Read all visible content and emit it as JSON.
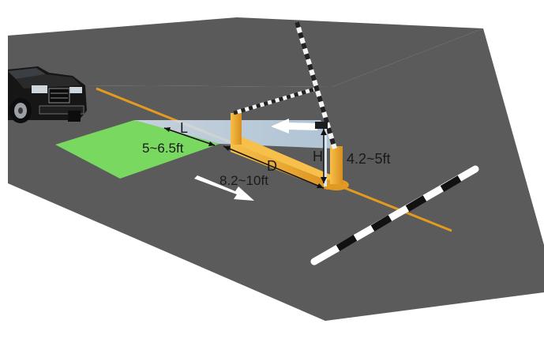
{
  "labels": {
    "L": "L",
    "L_value": "5~6.5ft",
    "D": "D",
    "D_value": "8.2~10ft",
    "H": "H",
    "H_value": "4.2~5ft"
  },
  "colors": {
    "road": "#5b5b5b",
    "lane_line": "#e39a1e",
    "detection_zone": "#79d85f",
    "barrier_body": "#f0a92c",
    "sensor_beam": "#cfe1ef",
    "direction_arrow": "#ffffff"
  },
  "icons": {
    "vehicle": "suv-icon",
    "barrier": "boom-barrier-icon",
    "sensor": "sensor-icon",
    "direction": "arrow-icon"
  }
}
